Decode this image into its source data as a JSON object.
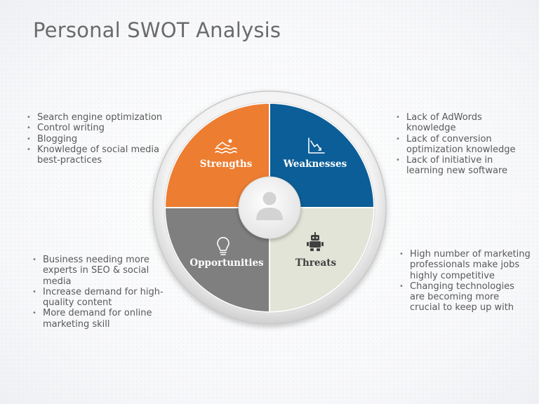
{
  "title": "Personal SWOT Analysis",
  "colors": {
    "strengths": "#ED7D31",
    "weaknesses": "#0B5E97",
    "opportunities": "#7F7F7F",
    "threats": "#E3E4D8"
  },
  "quadrants": {
    "strengths": {
      "label": "Strengths",
      "icon": "swimmer-icon"
    },
    "weaknesses": {
      "label": "Weaknesses",
      "icon": "declining-chart-icon"
    },
    "opportunities": {
      "label": "Opportunities",
      "icon": "lightbulb-icon"
    },
    "threats": {
      "label": "Threats",
      "icon": "robot-icon"
    }
  },
  "center": {
    "icon": "person-avatar-icon"
  },
  "lists": {
    "strengths": [
      "Search engine optimization",
      "Control writing",
      "Blogging",
      "Knowledge of social media best-practices"
    ],
    "weaknesses": [
      "Lack of AdWords knowledge",
      "Lack of conversion optimization knowledge",
      "Lack of initiative in learning new software"
    ],
    "opportunities": [
      "Business needing more experts in SEO & social media",
      "Increase demand for high-quality content",
      "More demand for online marketing skill"
    ],
    "threats": [
      "High number of marketing professionals make jobs highly competitive",
      "Changing technologies are becoming more crucial to keep up with"
    ]
  }
}
